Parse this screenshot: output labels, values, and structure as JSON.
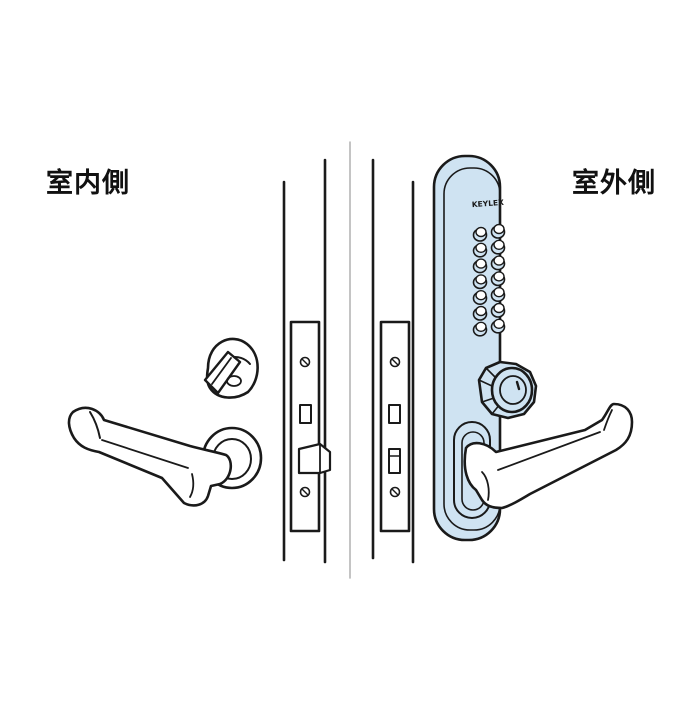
{
  "labels": {
    "inside": "室内側",
    "outside": "室外側"
  },
  "brand_mark": "KEYLEX",
  "colors": {
    "line": "#1a1a1a",
    "divider": "#b5b5b5",
    "panel_fill": "#cfe3f2",
    "background": "#ffffff"
  },
  "keypad_buttons": 14
}
